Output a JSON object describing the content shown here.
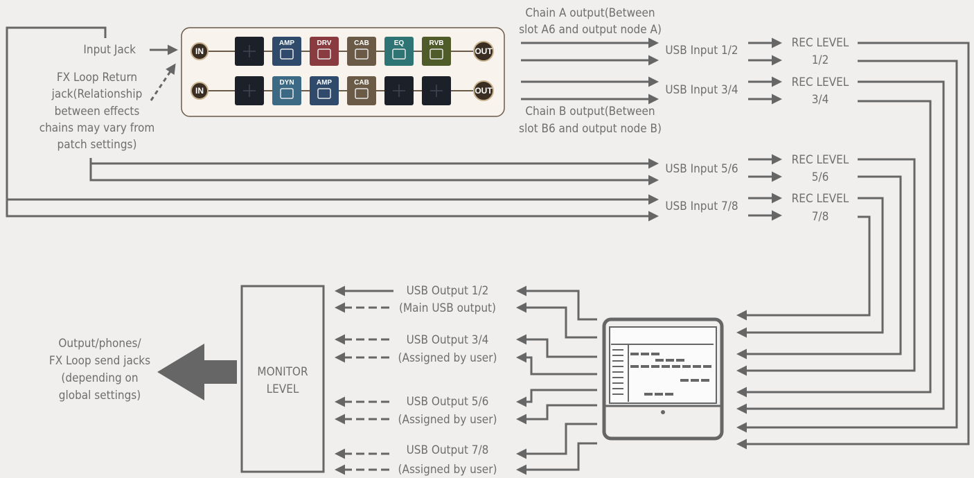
{
  "inputs": {
    "input_jack": "Input Jack",
    "fx_return": [
      "FX Loop Return",
      "jack(Relationship",
      "between effects",
      "chains may vary from",
      "patch settings)"
    ]
  },
  "chain_labels": {
    "a": [
      "Chain A output(Between",
      "slot A6 and output node A)"
    ],
    "b": [
      "Chain B output(Between",
      "slot B6 and output node B)"
    ]
  },
  "nodes": {
    "in": "IN",
    "out": "OUT"
  },
  "chain_a": [
    {
      "label": "",
      "color": "#1c2029"
    },
    {
      "label": "AMP",
      "color": "#2f4a6a"
    },
    {
      "label": "DRV",
      "color": "#8a3b40"
    },
    {
      "label": "CAB",
      "color": "#6b5a45"
    },
    {
      "label": "EQ",
      "color": "#2f7474"
    },
    {
      "label": "RVB",
      "color": "#4f5b28"
    }
  ],
  "chain_b": [
    {
      "label": "",
      "color": "#1c2029"
    },
    {
      "label": "DYN",
      "color": "#3c6a84"
    },
    {
      "label": "AMP",
      "color": "#2f4a6a"
    },
    {
      "label": "CAB",
      "color": "#6b5a45"
    },
    {
      "label": "",
      "color": "#1c2029"
    },
    {
      "label": "",
      "color": "#1c2029"
    }
  ],
  "usb_inputs": [
    "USB Input 1/2",
    "USB Input 3/4",
    "USB Input 5/6",
    "USB Input 7/8"
  ],
  "rec_levels": [
    [
      "REC LEVEL",
      "1/2"
    ],
    [
      "REC LEVEL",
      "3/4"
    ],
    [
      "REC LEVEL",
      "5/6"
    ],
    [
      "REC LEVEL",
      "7/8"
    ]
  ],
  "usb_outputs": [
    [
      "USB Output 1/2",
      "(Main USB output)"
    ],
    [
      "USB Output 3/4",
      "(Assigned by user)"
    ],
    [
      "USB Output 5/6",
      "(Assigned by user)"
    ],
    [
      "USB Output 7/8",
      "(Assigned by user)"
    ]
  ],
  "monitor": [
    "MONITOR",
    "LEVEL"
  ],
  "final_output": [
    "Output/phones/",
    "FX Loop send jacks",
    "(depending on",
    "global settings)"
  ],
  "icons": {
    "daw": "computer-monitor-icon",
    "plus": "plus-icon"
  },
  "colors": {
    "line": "#666666",
    "text": "#6e6e6e",
    "background": "#f0efee"
  }
}
